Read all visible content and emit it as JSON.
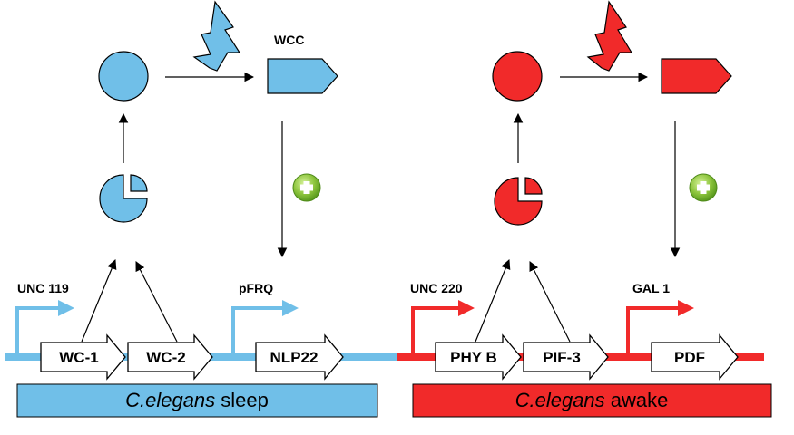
{
  "colors": {
    "blue": "#70bfe8",
    "red": "#f12a2a",
    "green": "#8cc43c",
    "outline": "#000000"
  },
  "left": {
    "complex_label": "WCC",
    "promoter_labels": [
      "UNC 119",
      "pFRQ"
    ],
    "genes": [
      "WC-1",
      "WC-2",
      "NLP22"
    ],
    "caption_species": "C.elegans",
    "caption_state": "sleep",
    "signal_icon": "lightning-bolt-icon",
    "activation_icon": "plus-icon"
  },
  "right": {
    "complex_label": "",
    "promoter_labels": [
      "UNC 220",
      "GAL 1"
    ],
    "genes": [
      "PHY B",
      "PIF-3",
      "PDF"
    ],
    "caption_species": "C.elegans",
    "caption_state": "awake",
    "signal_icon": "lightning-bolt-icon",
    "activation_icon": "plus-icon"
  }
}
